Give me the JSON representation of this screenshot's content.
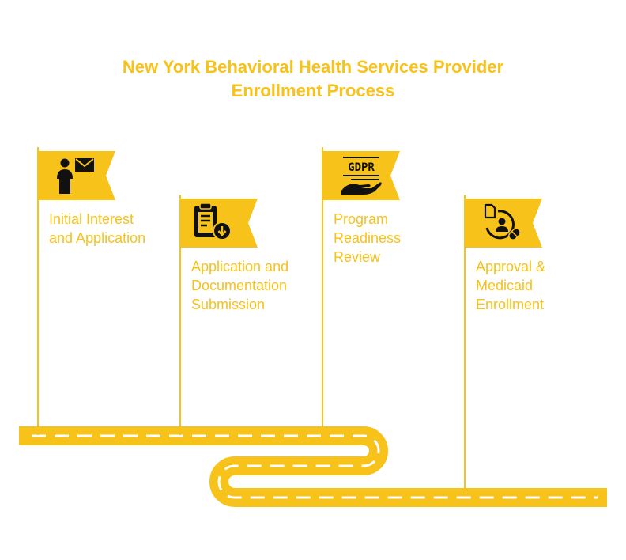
{
  "title": {
    "line1": "New York Behavioral Health Services Provider",
    "line2": "Enrollment Process"
  },
  "colors": {
    "accent": "#F7C21A",
    "icon": "#111111",
    "road_dash": "#FFFFFF"
  },
  "steps": [
    {
      "icon": "person-mail-icon",
      "lines": [
        "Initial Interest",
        "and Application"
      ]
    },
    {
      "icon": "clipboard-download-icon",
      "lines": [
        "Application and",
        "Documentation",
        "Submission"
      ]
    },
    {
      "icon": "gdpr-hand-icon",
      "icon_text": "GDPR",
      "lines": [
        "Program",
        "Readiness",
        "Review"
      ]
    },
    {
      "icon": "document-user-pill-icon",
      "lines": [
        "Approval &",
        "Medicaid",
        "Enrollment"
      ]
    }
  ]
}
